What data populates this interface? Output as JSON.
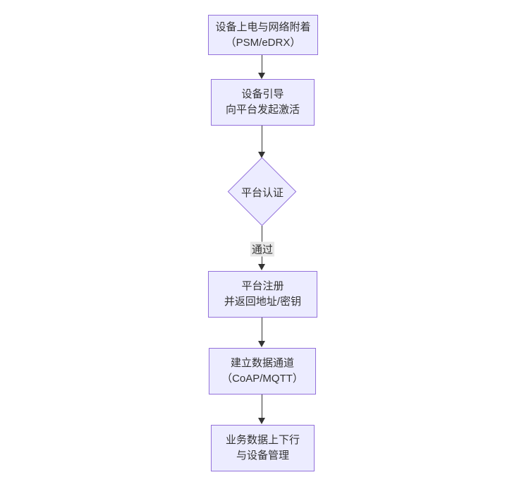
{
  "diagram": {
    "type": "flowchart",
    "direction": "top-down",
    "colors": {
      "node_fill": "#ECECFF",
      "node_border": "#9370DB",
      "edge_line": "#333333",
      "text": "#333333",
      "edge_label_bg": "#e8e8e8",
      "background": "#ffffff"
    },
    "nodes": [
      {
        "id": "power-attach",
        "shape": "rect",
        "lines": [
          "设备上电与网络附着",
          "（PSM/eDRX）"
        ]
      },
      {
        "id": "bootstrap",
        "shape": "rect",
        "lines": [
          "设备引导",
          "向平台发起激活"
        ]
      },
      {
        "id": "platform-auth",
        "shape": "diamond",
        "lines": [
          "平台认证"
        ]
      },
      {
        "id": "platform-register",
        "shape": "rect",
        "lines": [
          "平台注册",
          "并返回地址/密钥"
        ]
      },
      {
        "id": "data-channel",
        "shape": "rect",
        "lines": [
          "建立数据通道",
          "（CoAP/MQTT）"
        ]
      },
      {
        "id": "business-data",
        "shape": "rect",
        "lines": [
          "业务数据上下行",
          "与设备管理"
        ]
      }
    ],
    "edges": [
      {
        "from": "power-attach",
        "to": "bootstrap",
        "label": ""
      },
      {
        "from": "bootstrap",
        "to": "platform-auth",
        "label": ""
      },
      {
        "from": "platform-auth",
        "to": "platform-register",
        "label": "通过"
      },
      {
        "from": "platform-register",
        "to": "data-channel",
        "label": ""
      },
      {
        "from": "data-channel",
        "to": "business-data",
        "label": ""
      }
    ]
  }
}
